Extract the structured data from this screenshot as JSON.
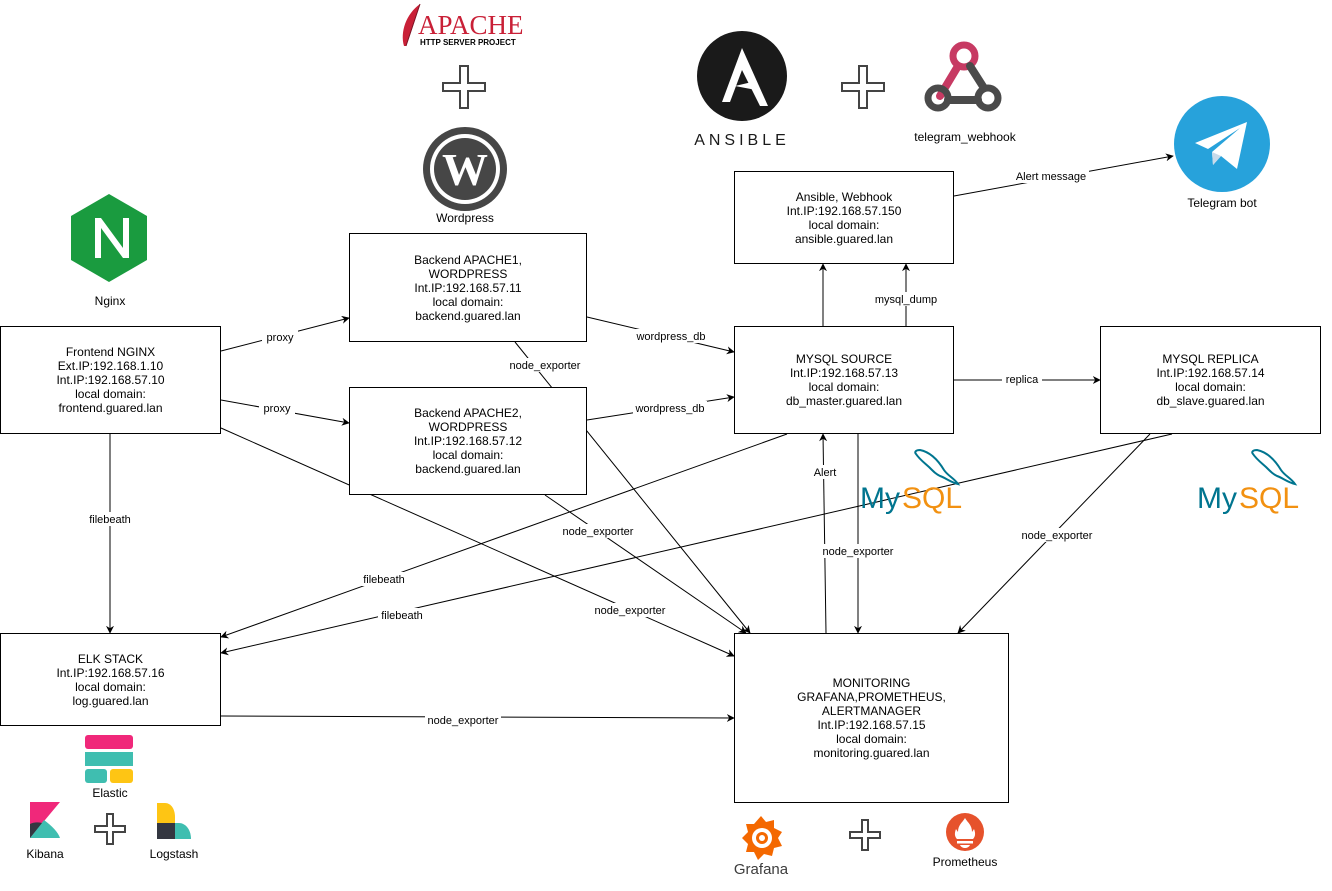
{
  "nodes": {
    "frontend": [
      "Frontend NGINX",
      "Ext.IP:192.168.1.10",
      "Int.IP:192.168.57.10",
      "local domain:",
      "frontend.guared.lan"
    ],
    "apache1": [
      "Backend APACHE1,",
      "WORDPRESS",
      "Int.IP:192.168.57.11",
      "local domain:",
      "backend.guared.lan"
    ],
    "apache2": [
      "Backend APACHE2,",
      "WORDPRESS",
      "Int.IP:192.168.57.12",
      "local domain:",
      "backend.guared.lan"
    ],
    "ansible": [
      "Ansible, Webhook",
      "Int.IP:192.168.57.150",
      "local domain:",
      "ansible.guared.lan"
    ],
    "mysql_source": [
      "MYSQL SOURCE",
      "Int.IP:192.168.57.13",
      "local domain:",
      "db_master.guared.lan"
    ],
    "mysql_replica": [
      "MYSQL REPLICA",
      "Int.IP:192.168.57.14",
      "local domain:",
      "db_slave.guared.lan"
    ],
    "elk": [
      "ELK STACK",
      "Int.IP:192.168.57.16",
      "local domain:",
      "log.guared.lan"
    ],
    "monitoring": [
      "MONITORING",
      "GRAFANA,PROMETHEUS,",
      "ALERTMANAGER",
      "Int.IP:192.168.57.15",
      "local domain:",
      "monitoring.guared.lan"
    ]
  },
  "edge_labels": {
    "proxy_1": "proxy",
    "proxy_2": "proxy",
    "wordpress_db_1": "wordpress_db",
    "wordpress_db_2": "wordpress_db",
    "mysql_dump": "mysql_dump",
    "replica": "replica",
    "alert_message": "Alert message",
    "alert": "Alert",
    "filebeath_frontend": "filebeath",
    "filebeath_source": "filebeath",
    "filebeath_replica": "filebeath",
    "node_exporter_apache1": "node_exporter",
    "node_exporter_apache2": "node_exporter",
    "node_exporter_frontend": "node_exporter",
    "node_exporter_source": "node_exporter",
    "node_exporter_replica": "node_exporter",
    "node_exporter_elk": "node_exporter"
  },
  "logos": {
    "apache_title": "APACHE",
    "apache_subtitle": "HTTP SERVER PROJECT",
    "ansible_wordmark": "ANSIBLE",
    "mysql_wordmark_my": "My",
    "mysql_wordmark_sql": "SQL",
    "grafana_wordmark": "Grafana"
  },
  "captions": {
    "wordpress": "Wordpress",
    "telegram_webhook": "telegram_webhook",
    "telegram_bot": "Telegram bot",
    "nginx": "Nginx",
    "elastic": "Elastic",
    "kibana": "Kibana",
    "logstash": "Logstash",
    "prometheus": "Prometheus"
  },
  "icons": [
    "apache-feather-icon",
    "wordpress-icon",
    "ansible-icon",
    "webhook-icon",
    "telegram-icon",
    "nginx-icon",
    "mysql-dolphin-icon",
    "elastic-icon",
    "kibana-icon",
    "logstash-icon",
    "grafana-icon",
    "prometheus-icon",
    "plus-icon"
  ],
  "colors": {
    "nginx": "#1a9b3f",
    "telegram": "#27a2db",
    "ansible": "#1a1a1a",
    "webhook_red": "#c73a63",
    "webhook_gray": "#4a4a4a",
    "mysql_blue": "#00758f",
    "mysql_orange": "#f29111",
    "elastic_pink": "#f0287a",
    "elastic_teal": "#3fbeb0",
    "elastic_yellow": "#fec514",
    "grafana_orange": "#f46800",
    "prometheus": "#e6522c",
    "apache_red": "#c92037"
  }
}
